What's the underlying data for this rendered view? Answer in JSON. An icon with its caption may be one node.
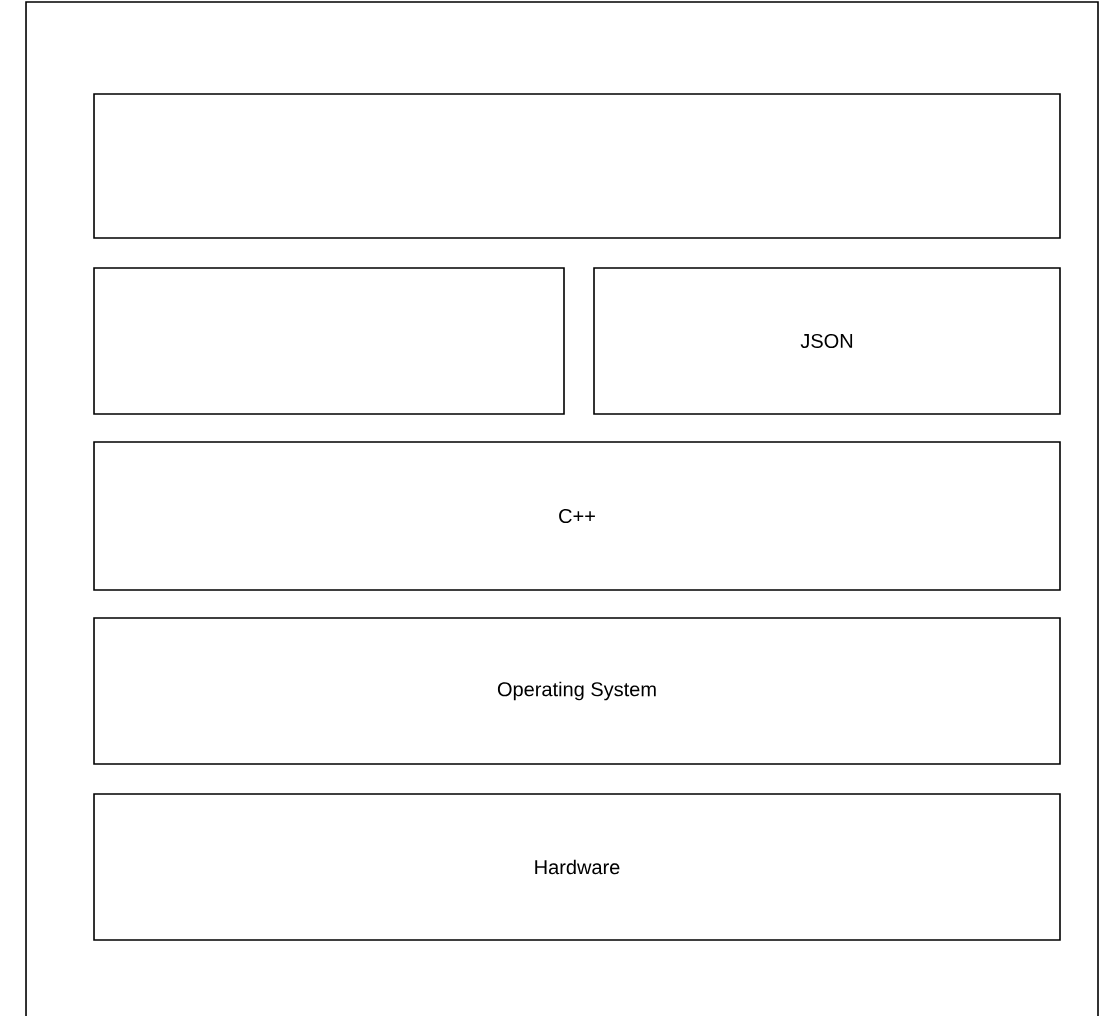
{
  "diagram": {
    "nodes": [
      {
        "text": [],
        "shape": "box"
      },
      {
        "text": [],
        "shape": "box"
      },
      {
        "text": [
          "JSON"
        ]
      },
      {
        "text": [
          "C++"
        ]
      },
      {
        "text": [
          "Operating System"
        ]
      },
      {
        "text": [
          "Hardware"
        ]
      }
    ]
  }
}
